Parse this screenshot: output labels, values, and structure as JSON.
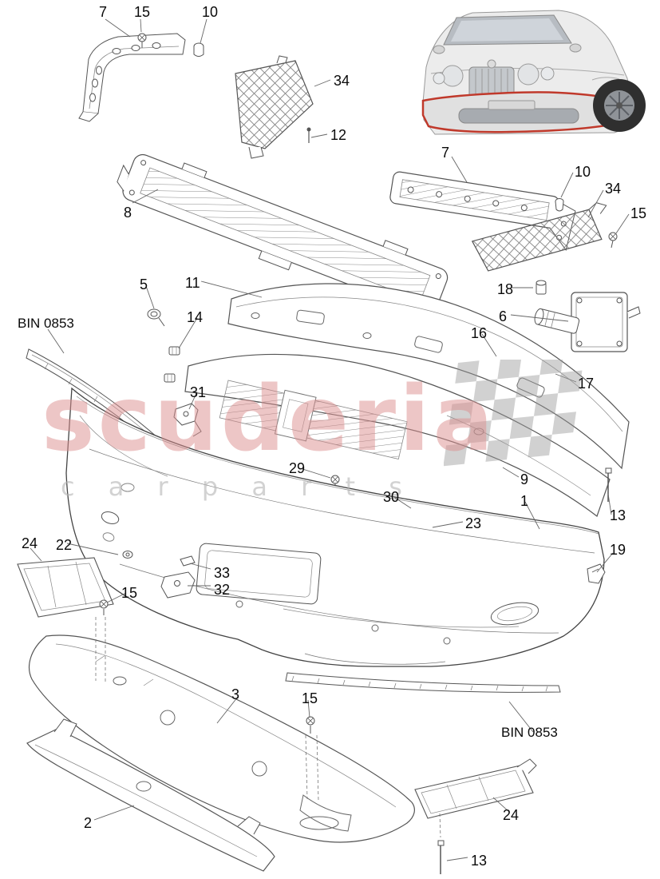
{
  "watermark": {
    "title": "scuderia",
    "subtitle": "c a r     p a r t s"
  },
  "bins": {
    "top": "BIN 0853",
    "bottom": "BIN 0853"
  },
  "callouts": [
    {
      "text": "7"
    },
    {
      "text": "15"
    },
    {
      "text": "10"
    },
    {
      "text": "34"
    },
    {
      "text": "12"
    },
    {
      "text": "8"
    },
    {
      "text": "7"
    },
    {
      "text": "10"
    },
    {
      "text": "34"
    },
    {
      "text": "15"
    },
    {
      "text": "5"
    },
    {
      "text": "11"
    },
    {
      "text": "18"
    },
    {
      "text": "6"
    },
    {
      "text": "16"
    },
    {
      "text": "14"
    },
    {
      "text": "31"
    },
    {
      "text": "17"
    },
    {
      "text": "29"
    },
    {
      "text": "9"
    },
    {
      "text": "30"
    },
    {
      "text": "1"
    },
    {
      "text": "23"
    },
    {
      "text": "13"
    },
    {
      "text": "24"
    },
    {
      "text": "22"
    },
    {
      "text": "19"
    },
    {
      "text": "33"
    },
    {
      "text": "32"
    },
    {
      "text": "15"
    },
    {
      "text": "3"
    },
    {
      "text": "15"
    },
    {
      "text": "2"
    },
    {
      "text": "24"
    },
    {
      "text": "13"
    }
  ],
  "highlight_color": "#c0392b",
  "line_color": "#555555",
  "watermark_color": "#dd8f8f"
}
